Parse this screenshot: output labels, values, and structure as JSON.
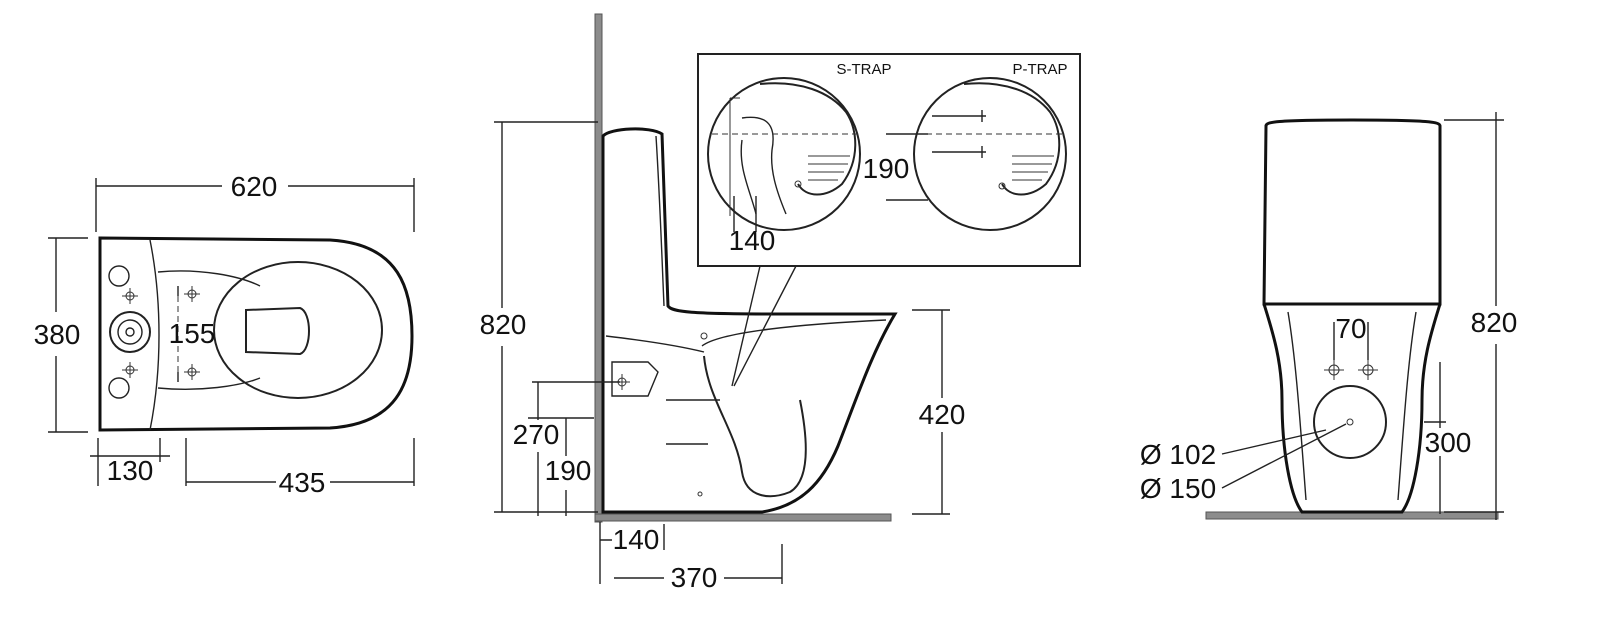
{
  "top_view": {
    "width": "620",
    "depth": "380",
    "center_spacing": "155",
    "left_offset": "130",
    "seat_length": "435"
  },
  "side_view": {
    "height": "820",
    "seat_height": "420",
    "inlet_height": "270",
    "outlet_height": "190",
    "outlet_offset": "140",
    "base_length": "370"
  },
  "inset": {
    "s_trap": "S-TRAP",
    "p_trap": "P-TRAP",
    "p_trap_height": "190",
    "s_trap_offset": "140"
  },
  "front_view": {
    "height": "820",
    "hole_spacing": "70",
    "outlet_center_height": "300",
    "diam_inner": "Ø 102",
    "diam_outer": "Ø 150"
  }
}
